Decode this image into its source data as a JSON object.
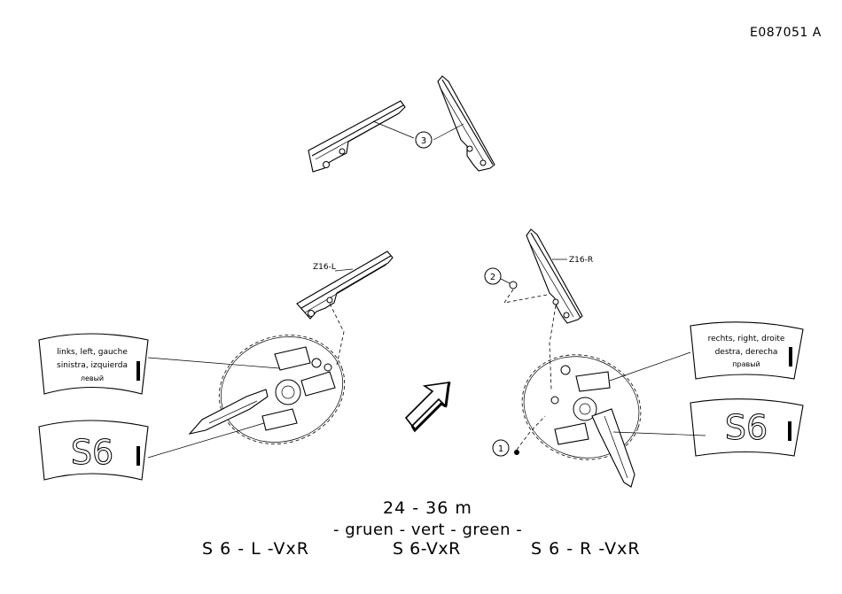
{
  "drawing_id": "E087051 A",
  "callouts": {
    "part_1": "1",
    "part_2": "2",
    "part_3": "3",
    "left_rail": "Z16-L",
    "right_rail": "Z16-R"
  },
  "decals": {
    "left_text": [
      "links, left, gauche",
      "sinistra, izquierda",
      "левый"
    ],
    "right_text": [
      "rechts, right, droite",
      "destra, derecha",
      "правый"
    ],
    "s6_left": "S6",
    "s6_right": "S6"
  },
  "footer": {
    "range": "24 - 36 m",
    "color": "- gruen - vert - green -",
    "variant_left": "S 6 - L -VxR",
    "variant_middle": "S 6-VxR",
    "variant_right": "S 6 - R -VxR"
  },
  "icons": {
    "direction_arrow": "arrow-up-right-icon"
  }
}
